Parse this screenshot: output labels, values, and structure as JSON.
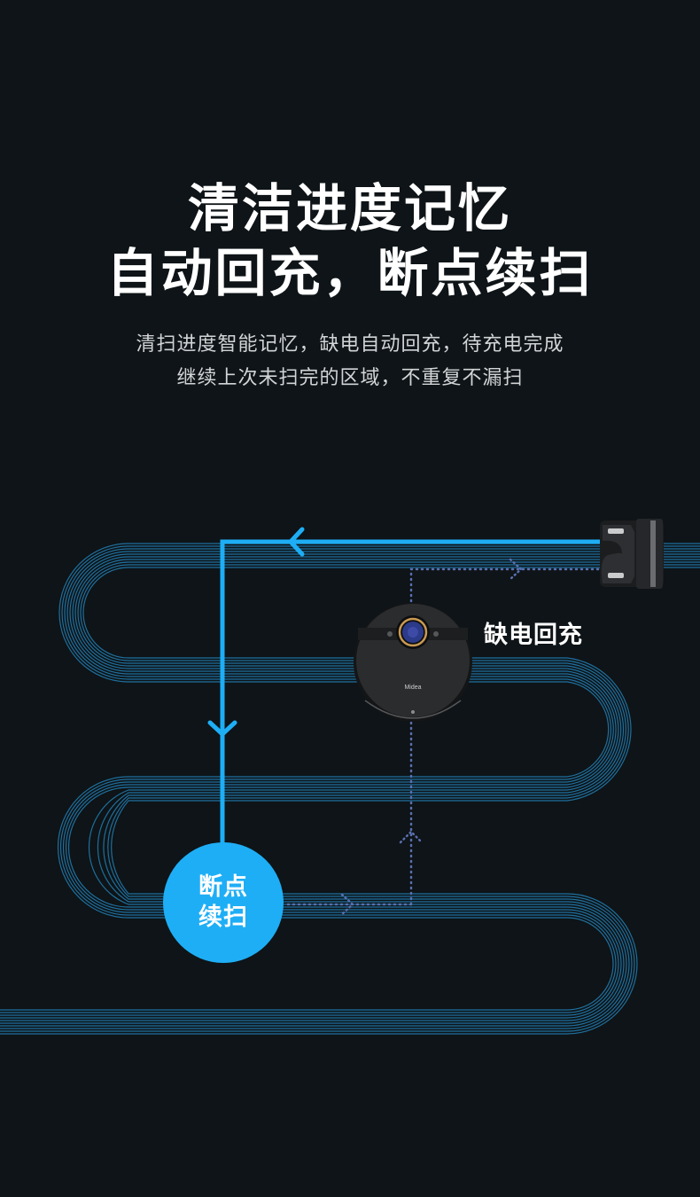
{
  "headline": {
    "line1": "清洁进度记忆",
    "line2": "自动回充，断点续扫"
  },
  "subheadline": {
    "line1": "清扫进度智能记忆，缺电自动回充，待充电完成",
    "line2": "继续上次未扫完的区域，不重复不漏扫"
  },
  "diagram": {
    "robot_label": "缺电回充",
    "resume_badge": {
      "line1": "断点",
      "line2": "续扫"
    },
    "robot_brand": "Midea",
    "icons": [
      "robot-vacuum-icon",
      "charging-dock-icon",
      "arrow-left-icon",
      "arrow-down-icon",
      "arrow-right-icon",
      "arrow-up-icon"
    ],
    "colors": {
      "background": "#0e1417",
      "accent_blue": "#1eaef5",
      "path_lines": "#1f6f9e",
      "dotted_path": "#5a6fb0"
    }
  }
}
